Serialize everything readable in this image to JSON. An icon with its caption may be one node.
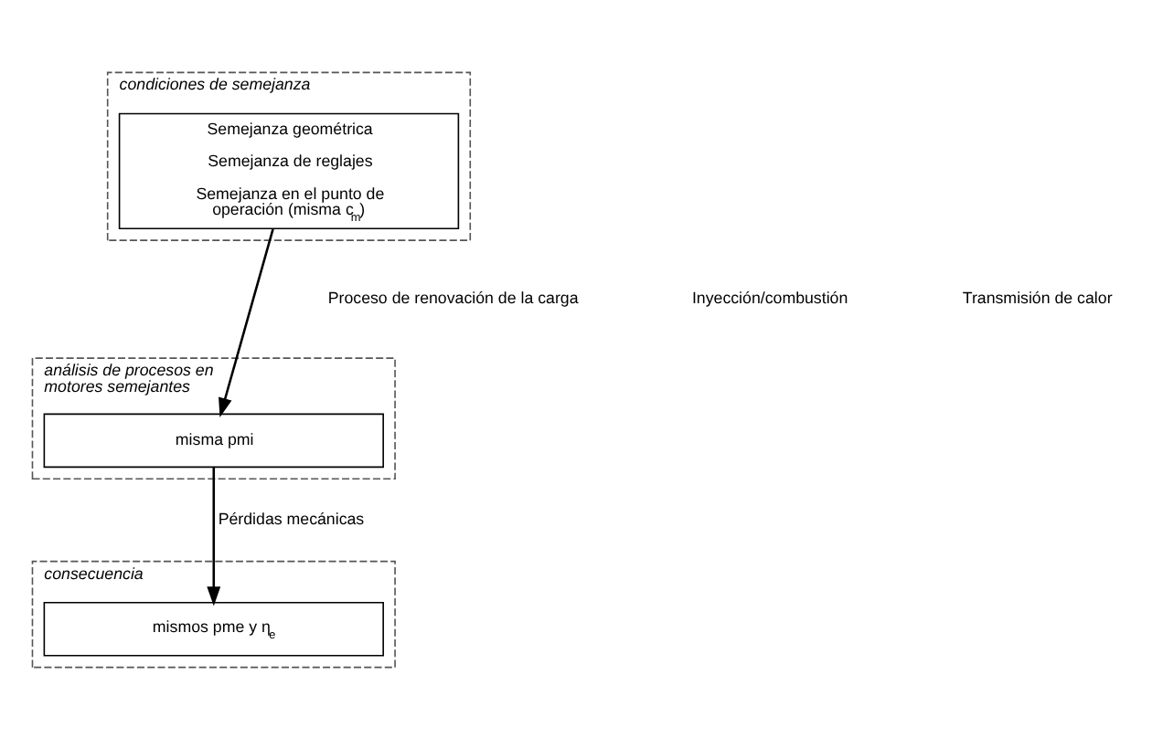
{
  "diagram": {
    "nodes": [
      {
        "text": [
          "condiciones de semejanza"
        ]
      },
      {
        "text": [
          "Semejanza geométrica",
          "Semejanza de reglajes",
          "Semejanza en el punto de operación (misma c$_{m}$)"
        ],
        "in": 0
      },
      {
        "text": [
          "análisis de procesos en motores semejantes"
        ]
      },
      {
        "text": [
          "misma pmi"
        ],
        "in": 2
      },
      {
        "text": [
          "consecuencia"
        ]
      },
      {
        "text": [
          "mismos pme y η$_{e}$"
        ],
        "in": 4
      }
    ],
    "edges": [
      {
        "from": 1,
        "to": 3,
        "arrow": "to"
      },
      {
        "from": 3,
        "to": 5,
        "arrow": "to",
        "label": "Pérdidas mecánicas"
      }
    ],
    "labels": [
      "Proceso de renovación de la carga",
      "Inyección/combustión",
      "Transmisión de calor"
    ]
  }
}
